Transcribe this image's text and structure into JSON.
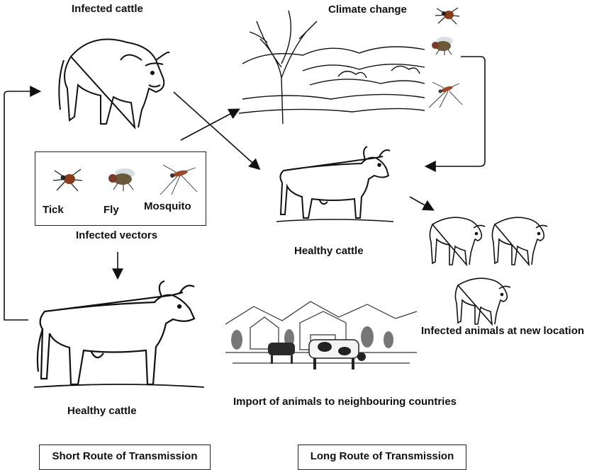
{
  "labels": {
    "infected_cattle": "Infected cattle",
    "climate_change": "Climate change",
    "tick": "Tick",
    "fly": "Fly",
    "mosquito": "Mosquito",
    "infected_vectors": "Infected vectors",
    "healthy_cattle_center": "Healthy cattle",
    "infected_new_location": "Infected animals at new location",
    "healthy_cattle_left": "Healthy cattle",
    "import_animals": "Import of animals to neighbouring countries",
    "short_route": "Short Route of Transmission",
    "long_route": "Long Route of Transmission"
  },
  "colors": {
    "stroke": "#111111",
    "tick_body": "#8a3b1c",
    "fly_body": "#6b5a3a",
    "mosquito_body": "#9a4a2a"
  }
}
